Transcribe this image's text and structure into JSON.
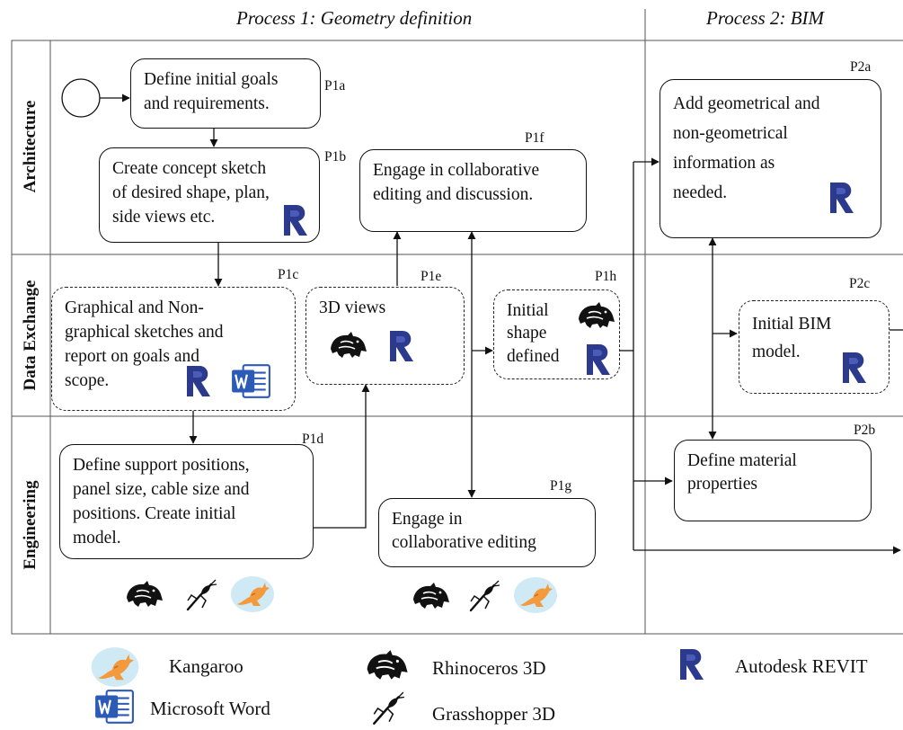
{
  "headers": {
    "process1": "Process 1: Geometry definition",
    "process2": "Process 2: BIM"
  },
  "lanes": {
    "architecture": "Architecture",
    "data_exchange": "Data Exchange",
    "engineering": "Engineering"
  },
  "steps": {
    "p1a": {
      "id": "P1a",
      "text": "Define initial goals\nand requirements."
    },
    "p1b": {
      "id": "P1b",
      "text": "Create concept sketch\nof desired shape, plan,\nside views etc."
    },
    "p1c": {
      "id": "P1c",
      "text": "Graphical and Non-\ngraphical sketches and\nreport on goals and\nscope."
    },
    "p1d": {
      "id": "P1d",
      "text": "Define support positions,\npanel size, cable size and\npositions. Create initial\nmodel."
    },
    "p1e": {
      "id": "P1e",
      "text": "3D views"
    },
    "p1f": {
      "id": "P1f",
      "text": "Engage in collaborative\nediting and discussion."
    },
    "p1g": {
      "id": "P1g",
      "text": "Engage in\ncollaborative editing"
    },
    "p1h": {
      "id": "P1h",
      "text": "Initial\nshape\ndefined"
    },
    "p2a": {
      "id": "P2a",
      "text": "Add geometrical and\nnon-geometrical\ninformation as\nneeded."
    },
    "p2b": {
      "id": "P2b",
      "text": "Define material\nproperties"
    },
    "p2c": {
      "id": "P2c",
      "text": "Initial BIM\nmodel."
    }
  },
  "legend": {
    "kangaroo": "Kangaroo",
    "rhino": "Rhinoceros 3D",
    "revit": "Autodesk REVIT",
    "word": "Microsoft Word",
    "grasshopper": "Grasshopper 3D"
  },
  "colors": {
    "revit": "#2b3a8c",
    "word": "#2b5bb7",
    "kangaroo": "#f29a3c",
    "kangaroo_halo": "#cfe9f5"
  }
}
